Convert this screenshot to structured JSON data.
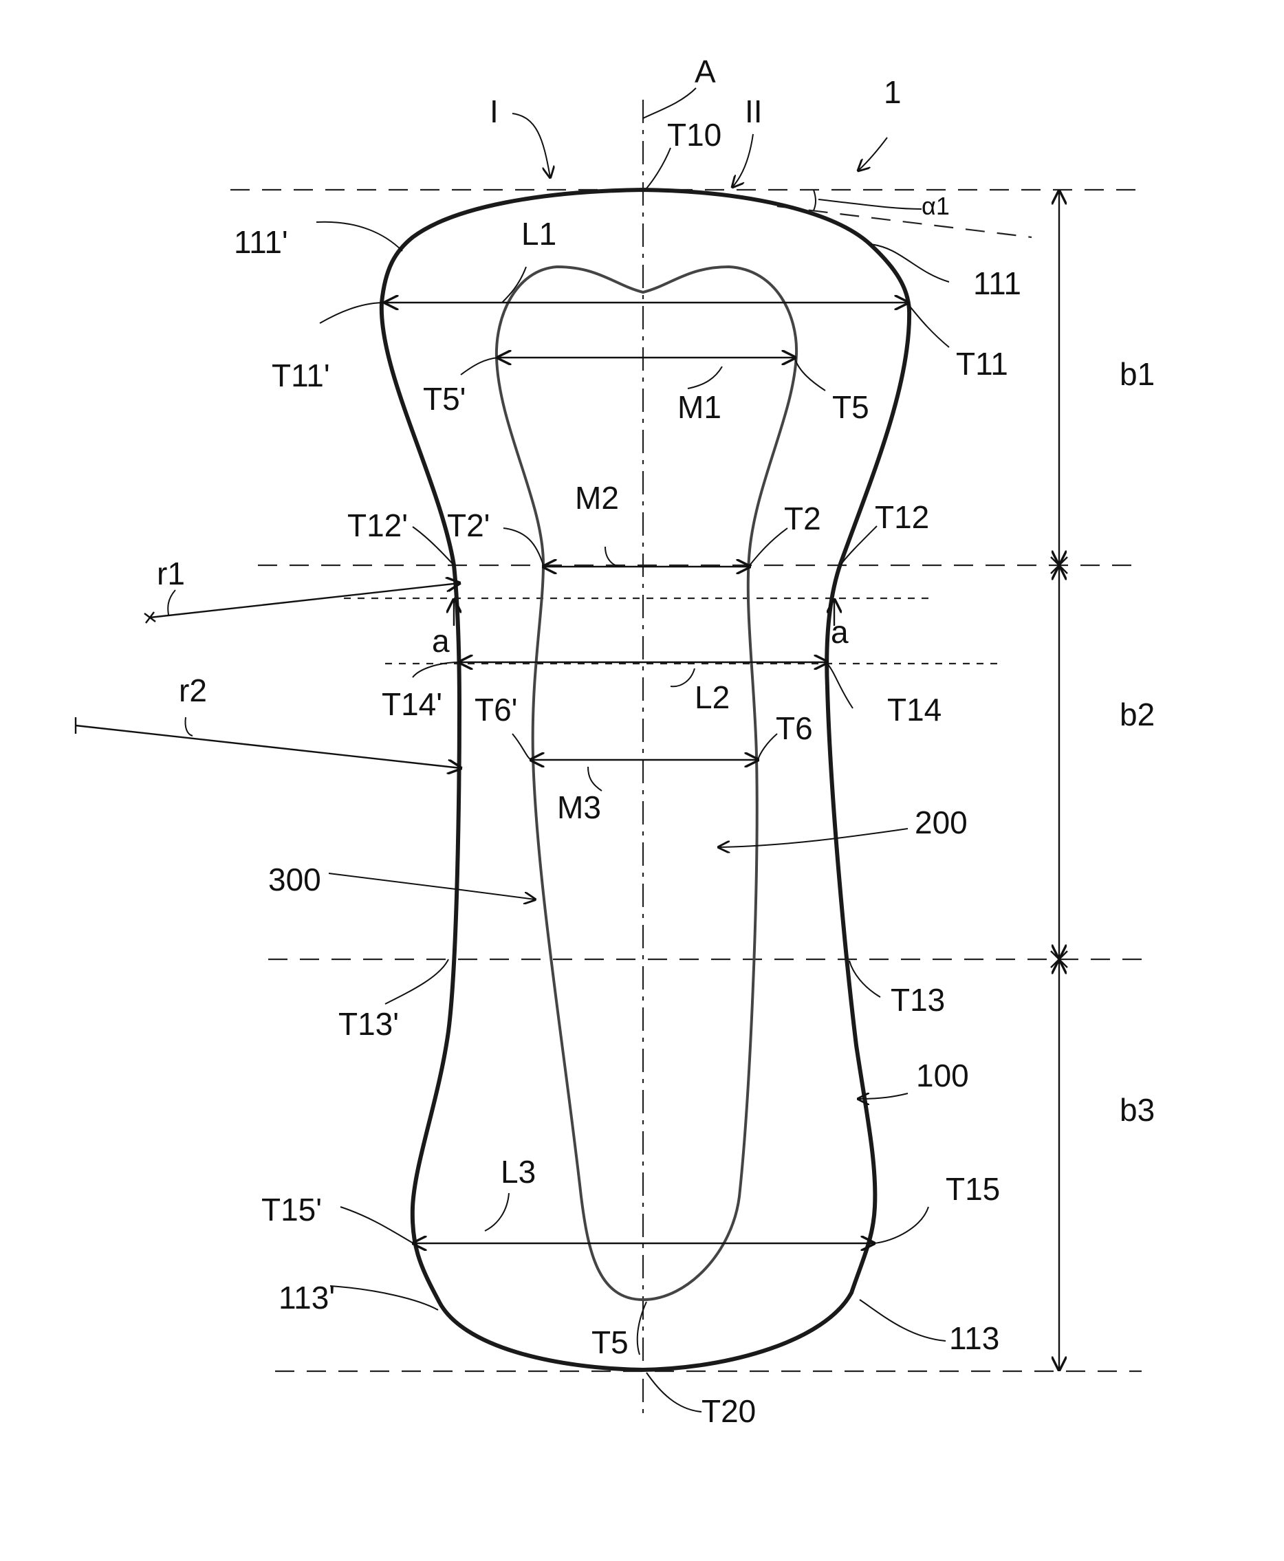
{
  "labels": {
    "A": "A",
    "I": "I",
    "II": "II",
    "one": "1",
    "T10": "T10",
    "alpha1": "α1",
    "n111p": "111'",
    "n111": "111",
    "L1": "L1",
    "T11p": "T11'",
    "T11": "T11",
    "T5p": "T5'",
    "M1": "M1",
    "T5_upper": "T5",
    "b1": "b1",
    "M2": "M2",
    "T12p": "T12'",
    "T2p": "T2'",
    "T2": "T2",
    "T12": "T12",
    "r1": "r1",
    "a_left": "a",
    "a_right": "a",
    "T14p": "T14'",
    "L2": "L2",
    "T14": "T14",
    "b2": "b2",
    "r2": "r2",
    "T6p": "T6'",
    "T6": "T6",
    "M3": "M3",
    "n200": "200",
    "n300": "300",
    "T13p": "T13'",
    "T13": "T13",
    "n100": "100",
    "b3": "b3",
    "L3": "L3",
    "T15p": "T15'",
    "T15": "T15",
    "n113p": "113'",
    "n113": "113",
    "T5_lower": "T5",
    "T20": "T20"
  }
}
